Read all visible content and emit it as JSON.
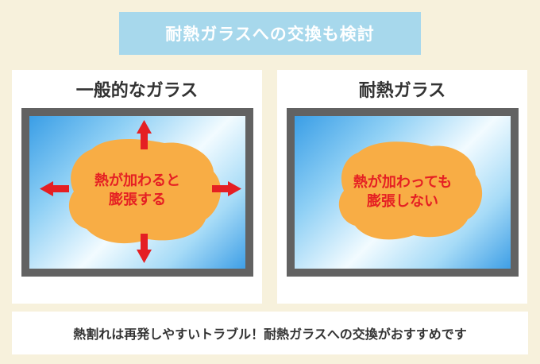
{
  "title": "耐熱ガラスへの交換も検討",
  "panels": [
    {
      "label": "一般的なガラス",
      "bubble_line1": "熱が加わると",
      "bubble_line2": "膨張する"
    },
    {
      "label": "耐熱ガラス",
      "bubble_line1": "熱が加わっても",
      "bubble_line2": "膨張しない"
    }
  ],
  "footer": "熱割れは再発しやすいトラブル！耐熱ガラスへの交換がおすすめです",
  "colors": {
    "title_bg": "#a7d8ec",
    "frame": "#626262",
    "bubble": "#f8ad45",
    "arrow": "#e51f23",
    "background": "#f7f1dc"
  },
  "icons": [
    "arrow-up-icon",
    "arrow-down-icon",
    "arrow-left-icon",
    "arrow-right-icon"
  ]
}
